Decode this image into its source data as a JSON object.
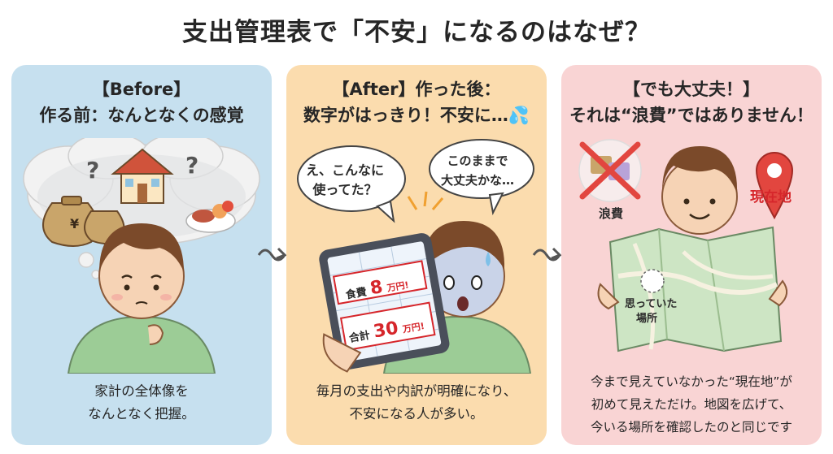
{
  "title": "支出管理表で「不安」になるのはなぜ？",
  "panels": [
    {
      "head1": "【Before】",
      "head2": "作る前：なんとなくの感覚",
      "caption_lines": [
        "家計の全体像を",
        "なんとなく把握。"
      ],
      "bg_color": "#c6e0ef"
    },
    {
      "head1": "【After】作った後：",
      "head2": "数字がはっきり！不安に…💦",
      "bubble_left": [
        "え、こんなに",
        "使ってた？"
      ],
      "bubble_right": [
        "このままで",
        "大丈夫かな…"
      ],
      "tablet_row1_label": "食費",
      "tablet_row1_value": "8",
      "tablet_row2_label": "合計",
      "tablet_row2_value": "30",
      "tablet_unit": "万円!",
      "caption_lines": [
        "毎月の支出や内訳が明確になり、",
        "不安になる人が多い。"
      ],
      "bg_color": "#fbdcae"
    },
    {
      "head1": "【でも大丈夫！】",
      "head2": "それは“浪費”ではありません！",
      "waste_label": "浪費",
      "location_label": "現在地",
      "thought_label": [
        "思っていた",
        "場所"
      ],
      "caption_lines": [
        "今まで見えていなかった“現在地”が",
        "初めて見えただけ。地図を広げて、",
        "今いる場所を確認したのと同じです"
      ],
      "bg_color": "#f9d4d4"
    }
  ],
  "icons": {
    "question": "?",
    "yen": "¥"
  },
  "colors": {
    "accent_red": "#d6262b",
    "skin": "#f6d3b5",
    "hair": "#7b4a2a",
    "shirt": "#9ccc96"
  }
}
